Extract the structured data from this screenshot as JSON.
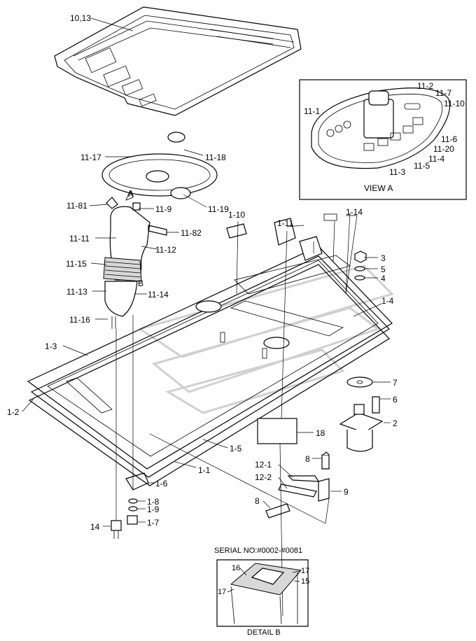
{
  "callouts": {
    "l_10_13": "10,13",
    "l_11_2": "11-2",
    "l_11_7": "11-7",
    "l_11_10": "11-10",
    "l_11_1": "11-1",
    "l_11_6": "11-6",
    "l_11_20": "11-20",
    "l_11_4": "11-4",
    "l_11_5": "11-5",
    "l_11_3": "11-3",
    "l_11_17": "11-17",
    "l_11_18": "11-18",
    "l_11_19": "11-19",
    "l_A": "A",
    "l_11_81": "11-81",
    "l_11_9": "11-9",
    "l_11_82": "11-82",
    "l_11_11": "11-11",
    "l_11_12": "11-12",
    "l_11_15": "11-15",
    "l_B": "B",
    "l_11_13": "11-13",
    "l_11_14": "11-14",
    "l_11_16": "11-16",
    "l_1_10": "1-10",
    "l_1_11": "1-11",
    "l_1_14": "1-14",
    "l_3": "3",
    "l_5": "5",
    "l_4": "4",
    "l_1_4": "1-4",
    "l_1_3": "1-3",
    "l_1_2": "1-2",
    "l_7": "7",
    "l_6": "6",
    "l_2": "2",
    "l_18": "18",
    "l_1_5": "1-5",
    "l_1_1": "1-1",
    "l_8a": "8",
    "l_12_1": "12-1",
    "l_12_2": "12-2",
    "l_9": "9",
    "l_8b": "8",
    "l_1_6": "1-6",
    "l_1_8": "1-8",
    "l_1_9": "1-9",
    "l_1_7": "1-7",
    "l_14": "14",
    "l_16": "16",
    "l_17a": "17",
    "l_15": "15",
    "l_17b": "17"
  },
  "view_a": {
    "title": "VIEW A"
  },
  "detail_b": {
    "serial": "SERIAL NO:#0002-#0081",
    "title": "DETAIL  B"
  }
}
